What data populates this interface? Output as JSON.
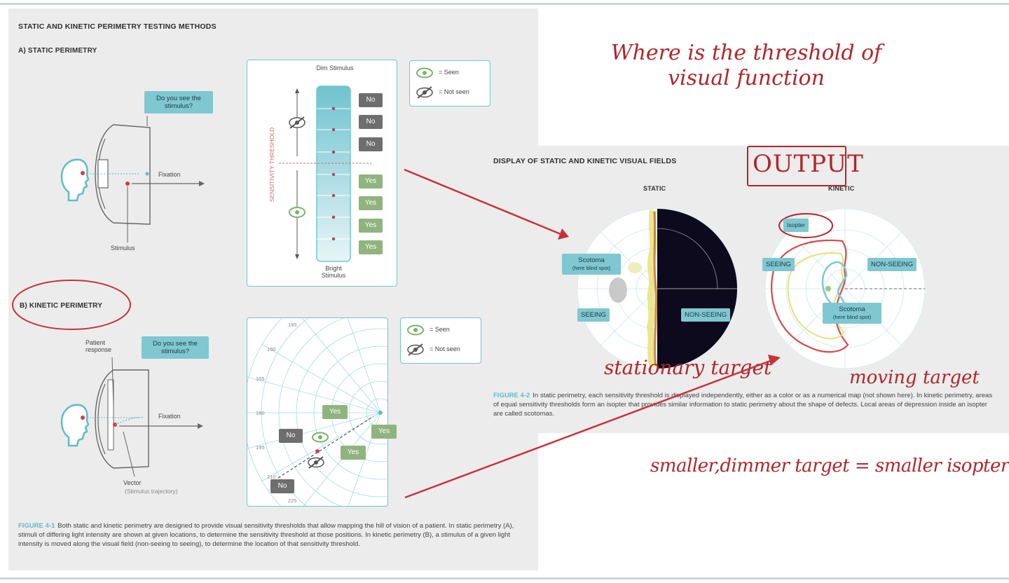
{
  "left": {
    "title": "STATIC AND KINETIC PERIMETRY TESTING METHODS",
    "section_a": "A) STATIC PERIMETRY",
    "section_b": "B) KINETIC PERIMETRY",
    "question": "Do you see the stimulus?",
    "fixation": "Fixation",
    "stimulus": "Stimulus",
    "patient_response": "Patient response",
    "vector": "Vector",
    "vector_sub": "(Stimulus trajectory)",
    "dim": "Dim Stimulus",
    "bright": "Bright Stimulus",
    "sensitivity": "SENSITIVITY THRESHOLD",
    "legend_seen": "= Seen",
    "legend_not_seen": "= Not seen",
    "no": "No",
    "yes": "Yes",
    "angles": [
      "195",
      "150",
      "165",
      "180",
      "195",
      "210",
      "225"
    ],
    "fig_num": "FIGURE 4-1",
    "caption": "Both static and kinetic perimetry are designed to provide visual sensitivity thresholds that allow mapping the hill of vision of a patient. In static perimetry (A), stimuli of differing light intensity are shown at given locations, to determine the sensitivity threshold at those positions. In kinetic perimetry (B), a stimulus of a given light intensity is moved along the visual field (non-seeing to seeing), to determine the location of that sensitivity threshold."
  },
  "right": {
    "title": "DISPLAY OF STATIC AND KINETIC VISUAL FIELDS",
    "static": "STATIC",
    "kinetic": "KINETIC",
    "scotoma": "Scotoma",
    "scotoma_sub": "(here blind spot)",
    "seeing": "SEEING",
    "non_seeing": "NON-SEEING",
    "isopter": "Isopter",
    "fig_num": "FIGURE 4-2",
    "caption": "In static perimetry, each sensitivity threshold is displayed independently, either as a color or as a numerical map (not shown here). In kinetic perimetry, areas of equal sensitivity thresholds form an isopter that provides similar information to static perimetry about the shape of defects. Local areas of depression inside an isopter are called scotomas."
  },
  "notes": {
    "threshold": "Where is the threshold of visual function",
    "output": "OUTPUT",
    "stationary": "stationary target",
    "moving": "moving target",
    "smaller": "smaller,dimmer target = smaller isopter"
  },
  "colors": {
    "teal": "#7fc7d1",
    "annotation_red": "#b0262b",
    "yes_green": "#8fb47e",
    "no_gray": "#6e6e6e"
  }
}
